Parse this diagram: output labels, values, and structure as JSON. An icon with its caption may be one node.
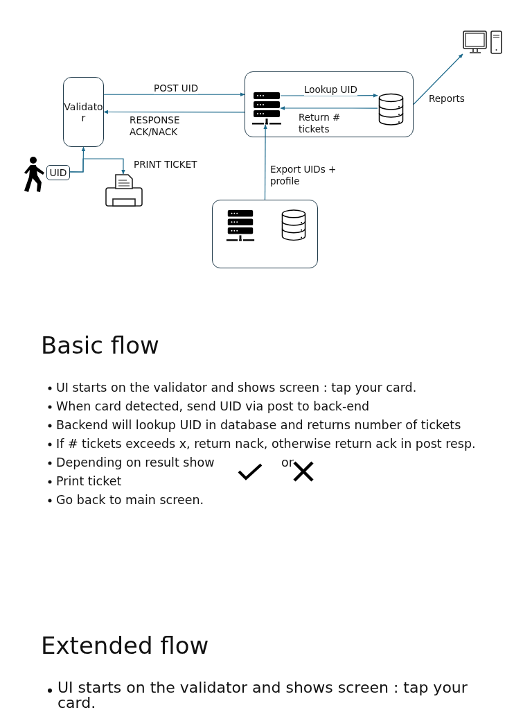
{
  "diagram": {
    "nodes": [
      {
        "text": [
          "Validator"
        ]
      },
      {
        "text": [],
        "shape": "box"
      },
      {
        "text": [],
        "shape": "picture",
        "in": 1
      },
      {
        "text": [],
        "shape": "picture",
        "in": 1
      },
      {
        "text": [],
        "shape": "picture"
      },
      {
        "text": [
          "UID"
        ]
      },
      {
        "text": [],
        "shape": "picture"
      },
      {
        "text": [],
        "shape": "box"
      }
    ],
    "edges": [
      {
        "from": 0,
        "to": 1,
        "arrow": "to",
        "label": "POST UID"
      },
      {
        "from": 1,
        "to": 0,
        "arrow": "to",
        "label": "RESPONSE ACK/NACK"
      },
      {
        "from": 2,
        "to": 3,
        "arrow": "to",
        "label": "Lookup UID"
      },
      {
        "from": 3,
        "to": 2,
        "arrow": "to",
        "label": "Return # tickets"
      },
      {
        "from": 7,
        "to": 2,
        "arrow": "to",
        "label": "Export UIDs + profile"
      },
      {
        "from": 1,
        "to": 4,
        "arrow": "to",
        "label": "Reports"
      },
      {
        "from": 5,
        "to": 0,
        "arrow": "to"
      },
      {
        "from": 5,
        "to": 6,
        "arrow": "to",
        "label": "PRINT TICKET"
      }
    ],
    "labels": [
      "Basic flow",
      "UI starts on the validator and shows screen : tap your card.",
      "When card detected, send UID via post to back-end",
      "Backend will lookup UID in database and returns number of tickets",
      "If # tickets exceeds x, return nack, otherwise return ack in post resp.",
      "Depending on result show",
      "or",
      "Print ticket",
      "Go back to main screen.",
      "Extended flow",
      "UI starts on the validator and shows screen : tap your card."
    ]
  }
}
